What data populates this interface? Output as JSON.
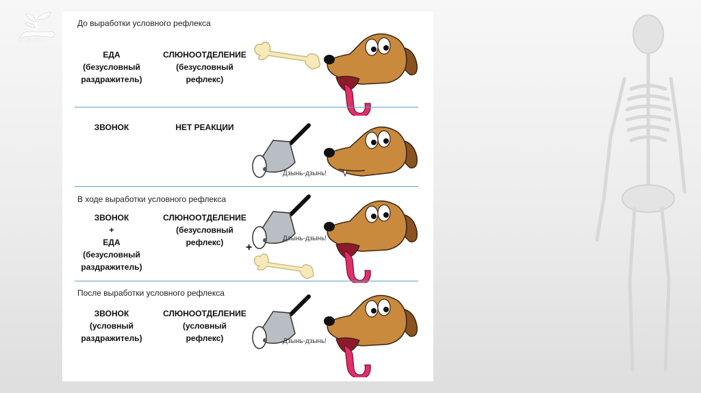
{
  "logo": {
    "text": "С.В.Н."
  },
  "sections": [
    {
      "heading": "До выработки условного рефлекса",
      "left": {
        "lines": [
          "ЕДА",
          "(безусловный",
          "раздражитель)"
        ]
      },
      "right": {
        "lines": [
          "СЛЮНООТДЕЛЕНИЕ",
          "(безусловный",
          "рефлекс)"
        ]
      }
    },
    {
      "heading": "",
      "left": {
        "lines": [
          "ЗВОНОК"
        ]
      },
      "right": {
        "lines": [
          "НЕТ РЕАКЦИИ"
        ]
      },
      "bell_text": "Дзынь-дзынь!"
    },
    {
      "heading": "В ходе выработки условного рефлекса",
      "left": {
        "lines": [
          "ЗВОНОК",
          "+",
          "ЕДА",
          "(безусловный",
          "раздражитель)"
        ]
      },
      "right": {
        "lines": [
          "СЛЮНООТДЕЛЕНИЕ",
          "(безусловный",
          "рефлекс)"
        ]
      },
      "bell_text": "Дзынь-дзынь!",
      "plus": "+"
    },
    {
      "heading": "После выработки условного рефлекса",
      "left": {
        "lines": [
          "ЗВОНОК",
          "(условный",
          "раздражитель)"
        ]
      },
      "right": {
        "lines": [
          "СЛЮНООТДЕЛЕНИЕ",
          "(условный",
          "рефлекс)"
        ]
      },
      "bell_text": "Дзынь-дзынь!"
    }
  ],
  "colors": {
    "divider": "#5ba4c8",
    "dog_fur": "#c98a3e",
    "dog_ear": "#8a5320",
    "tongue": "#e0306a",
    "bone": "#f7e9b8",
    "bell": "#b9bec4"
  }
}
